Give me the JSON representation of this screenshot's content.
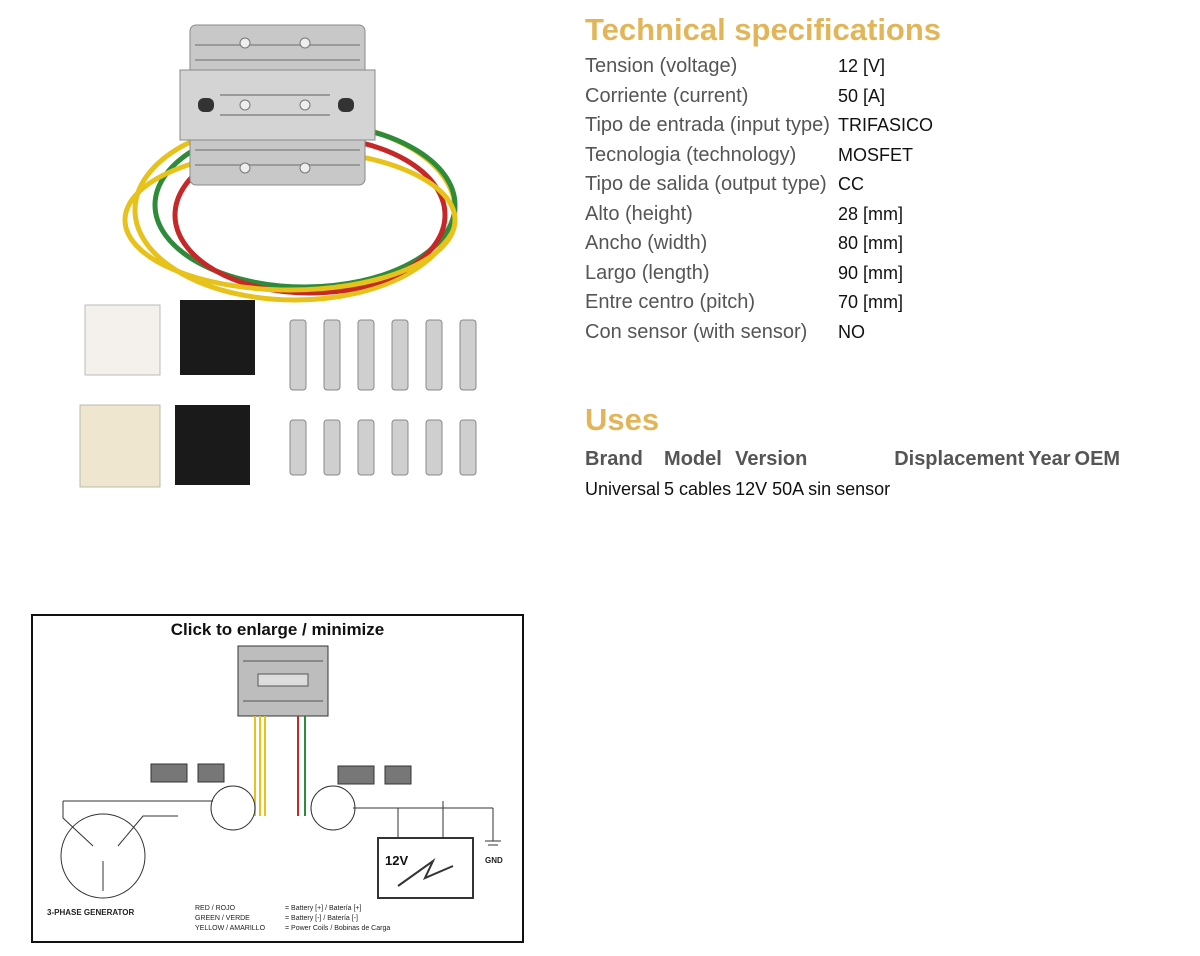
{
  "specs": {
    "title": "Technical specifications",
    "rows": [
      {
        "label": "Tension (voltage)",
        "value": "12 [V]"
      },
      {
        "label": "Corriente (current)",
        "value": "50 [A]"
      },
      {
        "label": "Tipo de entrada (input type)",
        "value": "TRIFASICO"
      },
      {
        "label": "Tecnologia (technology)",
        "value": "MOSFET"
      },
      {
        "label": "Tipo de salida (output type)",
        "value": "CC"
      },
      {
        "label": "Alto (height)",
        "value": "28 [mm]"
      },
      {
        "label": "Ancho (width)",
        "value": "80 [mm]"
      },
      {
        "label": "Largo (length)",
        "value": "90 [mm]"
      },
      {
        "label": "Entre centro (pitch)",
        "value": "70 [mm]"
      },
      {
        "label": "Con sensor (with sensor)",
        "value": "NO"
      }
    ]
  },
  "uses": {
    "title": "Uses",
    "headers": {
      "brand": "Brand",
      "model": "Model",
      "version": "Version",
      "displacement": "Displacement",
      "year": "Year",
      "oem": "OEM"
    },
    "row": {
      "brand": "Universal",
      "model": "5 cables",
      "version": "12V 50A sin sensor",
      "displacement": "",
      "year": "",
      "oem": ""
    }
  },
  "diagram": {
    "caption": "Click to enlarge / minimize",
    "generator_label": "3-PHASE GENERATOR",
    "gnd_label": "GND",
    "battery_label": "12V",
    "legend": [
      {
        "color": "RED / ROJO",
        "meaning": "= Battery [+] / Batería [+]"
      },
      {
        "color": "GREEN / VERDE",
        "meaning": "= Battery [-] / Batería [-]"
      },
      {
        "color": "YELLOW / AMARILLO",
        "meaning": "= Power Coils / Bobinas de Carga"
      }
    ]
  },
  "colors": {
    "accent": "#e2b558",
    "heatsink": "#c8c8c8",
    "yellow_wire": "#e6c21a",
    "red_wire": "#c62828",
    "green_wire": "#2e8b3a"
  }
}
